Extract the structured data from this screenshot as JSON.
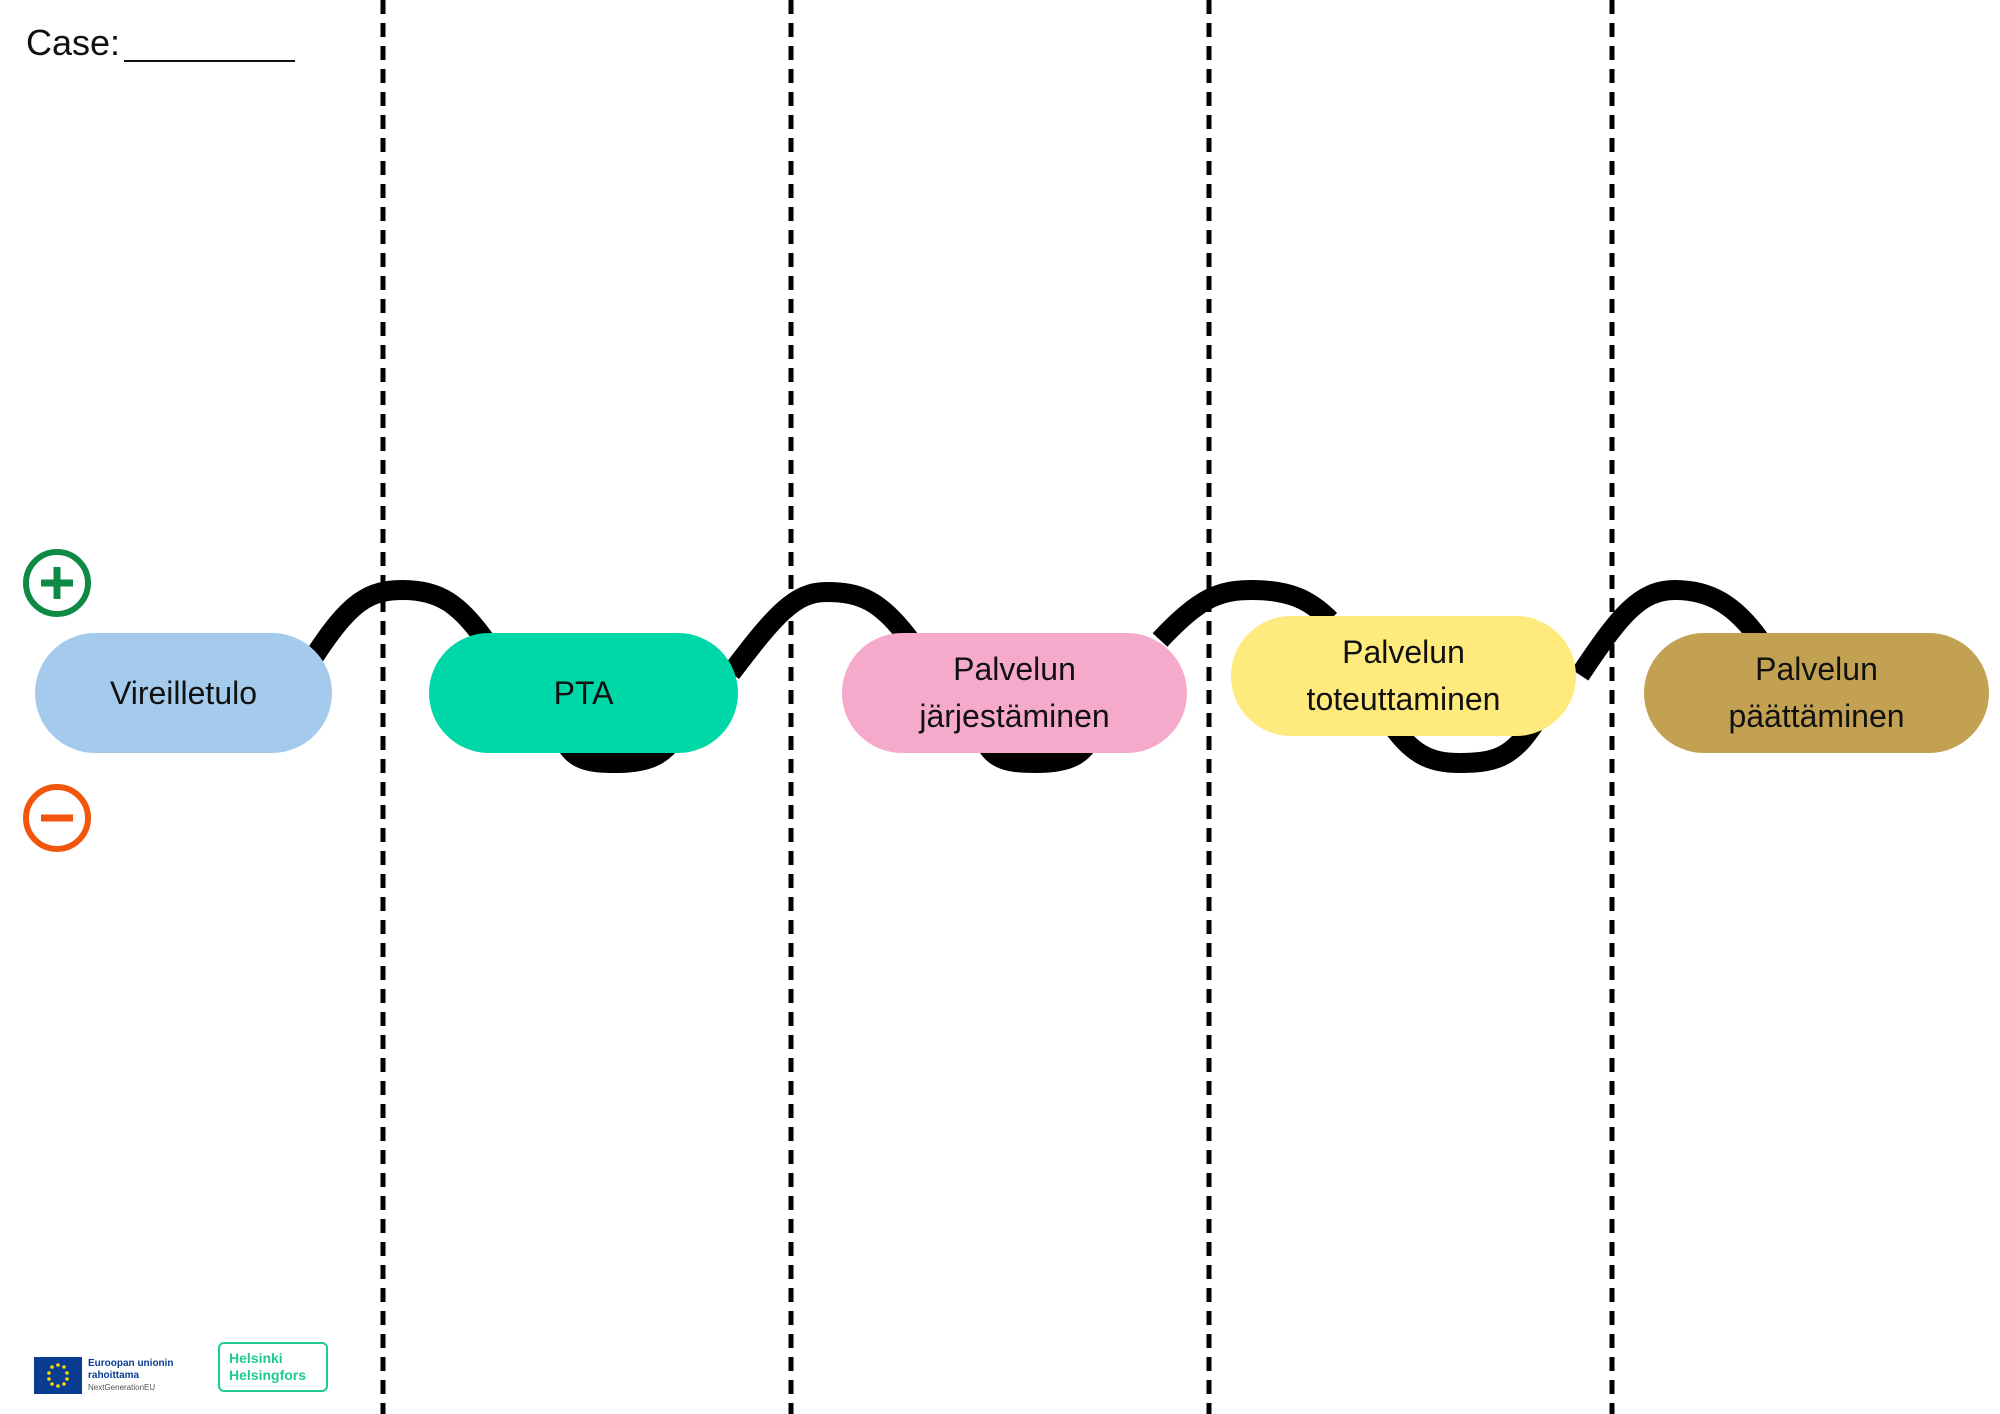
{
  "header": {
    "case_label": "Case:"
  },
  "stages": [
    {
      "id": "vireilletulo",
      "label": "Vireilletulo",
      "color": "#a4cbeb"
    },
    {
      "id": "pta",
      "label": "PTA",
      "color": "#00d7a7"
    },
    {
      "id": "jarjestaminen",
      "label": "Palvelun\njärjestäminen",
      "color": "#f5a9cb"
    },
    {
      "id": "toteuttaminen",
      "label": "Palvelun\ntoteuttaminen",
      "color": "#ffea7d"
    },
    {
      "id": "paattaminen",
      "label": "Palvelun\npäättäminen",
      "color": "#c2a152"
    }
  ],
  "signs": {
    "plus": {
      "icon": "plus-circle-icon",
      "color": "#0f8a45"
    },
    "minus": {
      "icon": "minus-circle-icon",
      "color": "#f2560c"
    }
  },
  "logos": {
    "eu": {
      "line1": "Euroopan unionin",
      "line2": "rahoittama",
      "line3": "NextGenerationEU"
    },
    "helsinki": {
      "text": "Helsinki\nHelsingfors"
    }
  },
  "colors": {
    "path": "#000000",
    "divider": "#000000"
  }
}
